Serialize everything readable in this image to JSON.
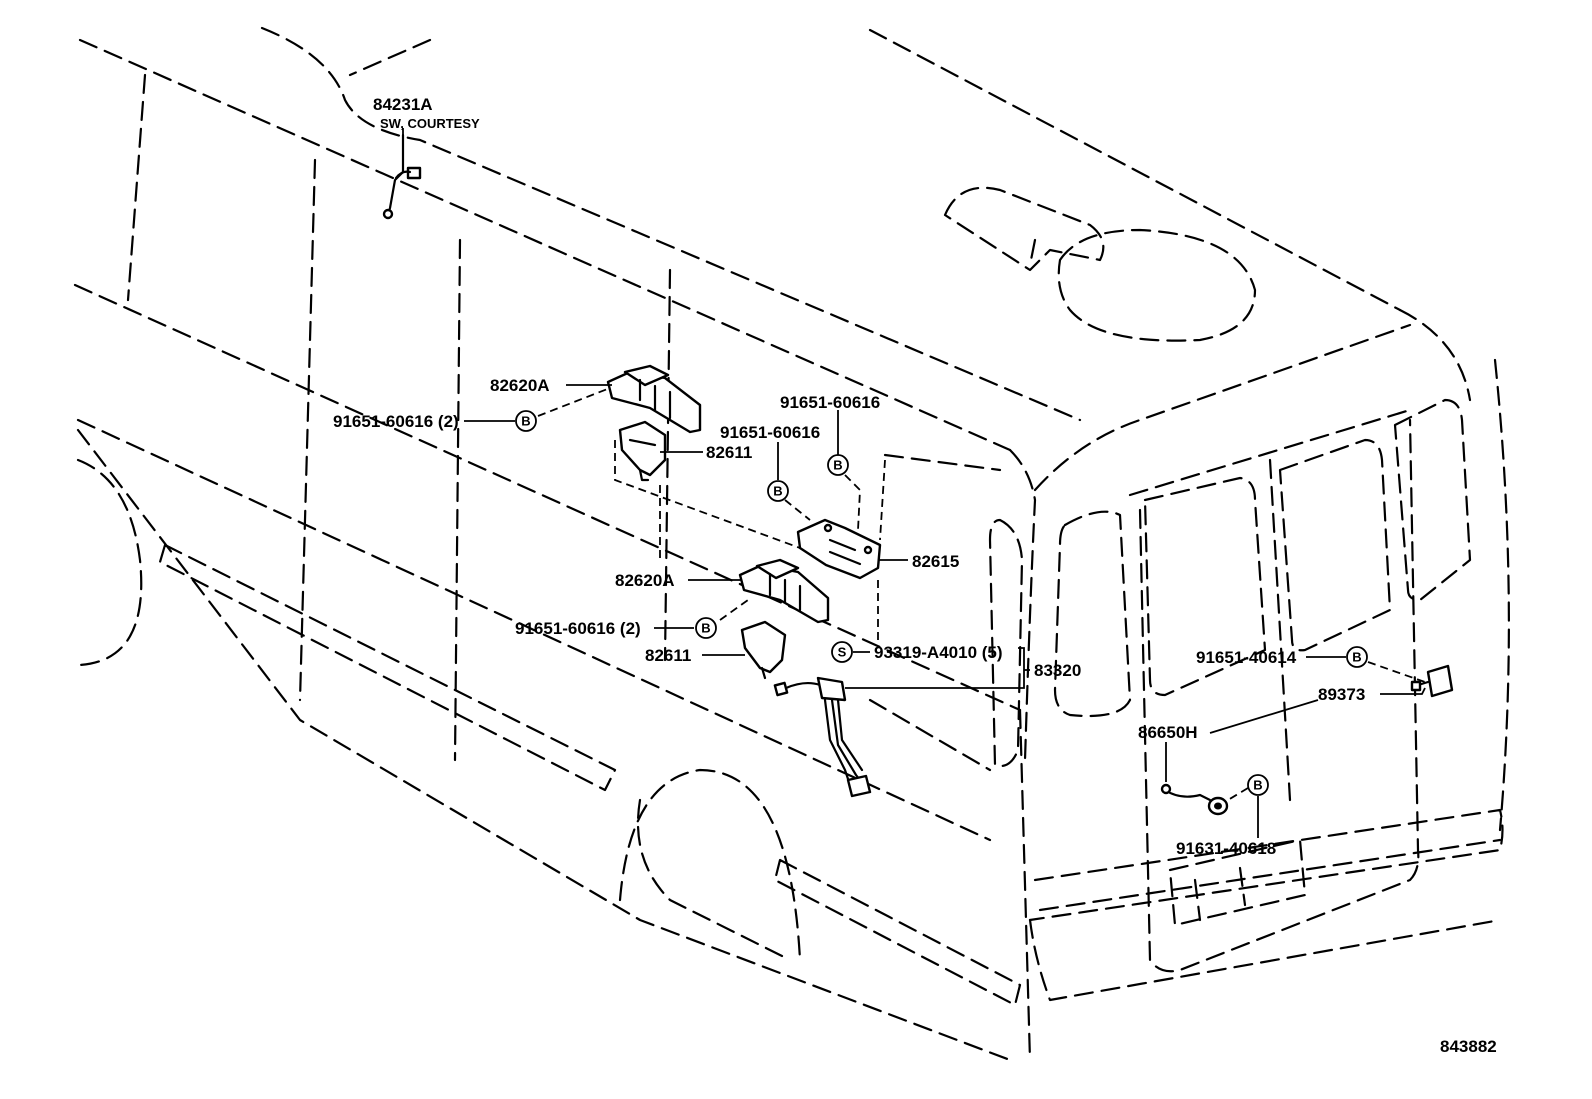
{
  "diagram_id": "843882",
  "labels": {
    "courtesy_switch": "84231A",
    "courtesy_switch_desc": "SW, COURTESY",
    "bracket_upper": "82620A",
    "bracket_lower": "82620A",
    "bolt_upper_left": "91651-60616 (2)",
    "bolt_upper_right": "91651-60616",
    "bolt_middle": "91651-60616",
    "bolt_lower_left": "91651-60616 (2)",
    "relay_block_upper": "82611",
    "relay_block_lower": "82611",
    "bracket_82615": "82615",
    "screw": "93319-A4010 (5)",
    "wire_harness": "83320",
    "rear_bolt": "91651-40614",
    "rear_part": "89373",
    "sensor": "86650H",
    "sensor_bolt": "91631-40618"
  },
  "symbols": {
    "bolt": "B",
    "screw": "S"
  }
}
